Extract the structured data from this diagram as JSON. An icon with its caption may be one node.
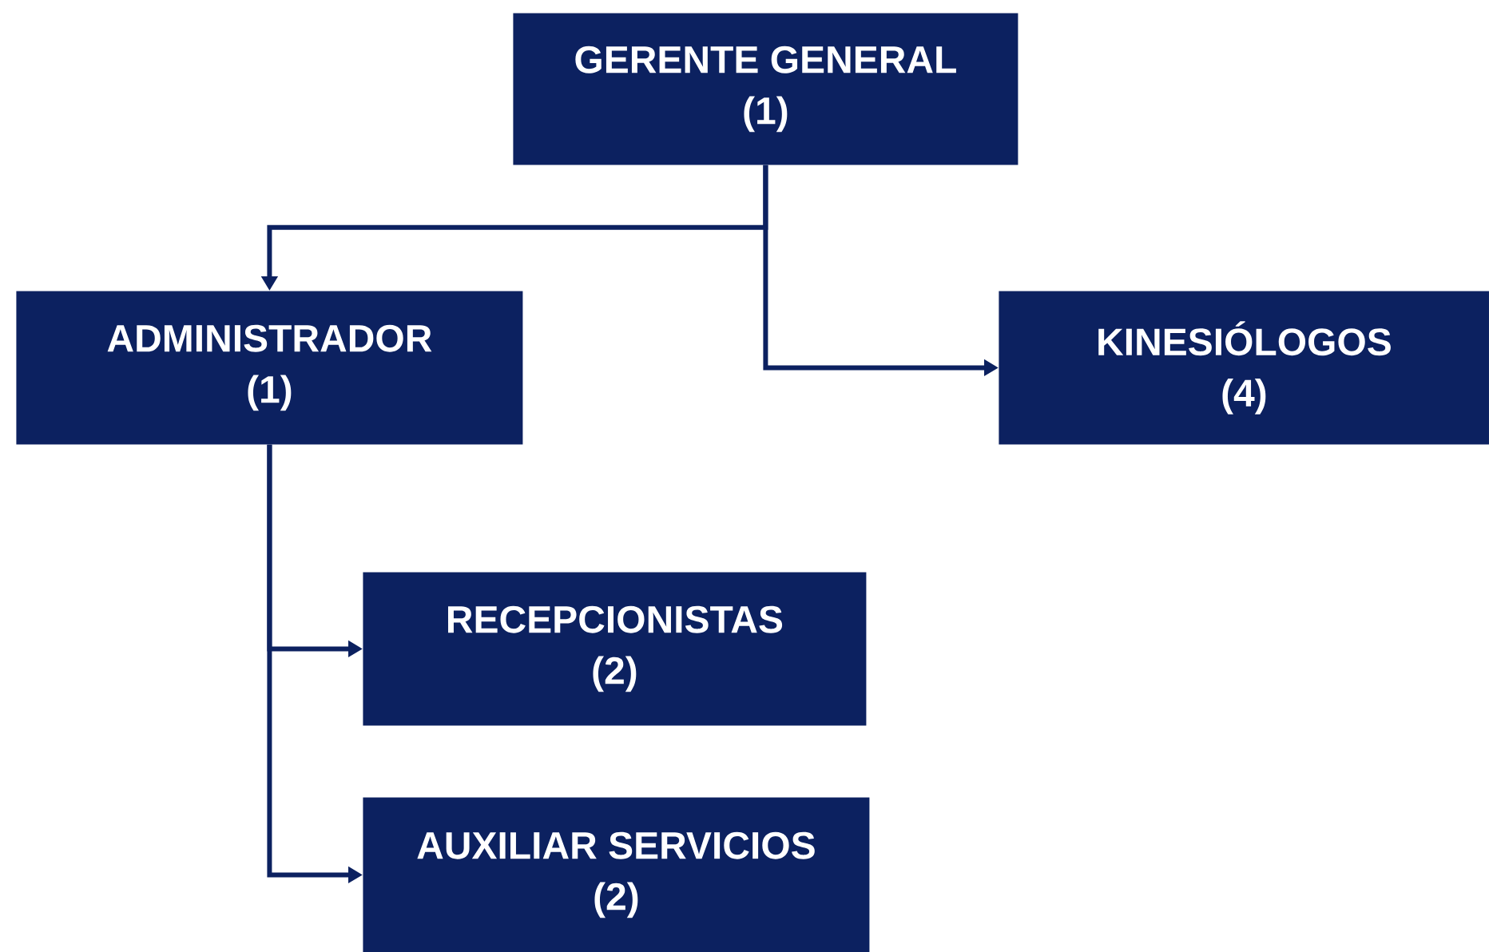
{
  "diagram": {
    "nodes": [
      {
        "text": [
          "GERENTE GENERAL",
          "(1)"
        ]
      },
      {
        "text": [
          "ADMINISTRADOR",
          "(1)"
        ]
      },
      {
        "text": [
          "KINESIÓLOGOS",
          "(4)"
        ]
      },
      {
        "text": [
          "RECEPCIONISTAS",
          "(2)"
        ]
      },
      {
        "text": [
          "AUXILIAR SERVICIOS",
          "(2)"
        ]
      }
    ],
    "edges": [
      {
        "from": 0,
        "to": 1,
        "arrow": "to"
      },
      {
        "from": 0,
        "to": 2,
        "arrow": "to"
      },
      {
        "from": 1,
        "to": 3,
        "arrow": "to"
      },
      {
        "from": 1,
        "to": 4,
        "arrow": "to"
      }
    ]
  }
}
